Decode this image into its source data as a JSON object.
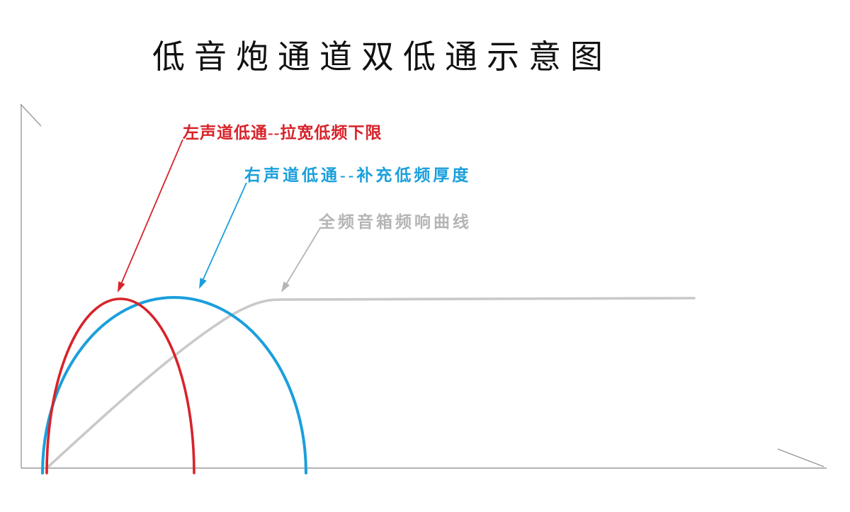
{
  "title": "低音炮通道双低通示意图",
  "labels": {
    "left_lowpass": "左声道低通--拉宽低频下限",
    "right_lowpass": "右声道低通--补充低频厚度",
    "fullrange": "全频音箱频响曲线"
  },
  "colors": {
    "left_lowpass": "#d8232a",
    "right_lowpass": "#1a9fdc",
    "fullrange_curve": "#c9c9c9",
    "fullrange_label": "#b5b5b5",
    "axis": "#9a9a9a"
  },
  "curves": [
    {
      "name": "left-channel-lowpass-curve",
      "label": "左声道低通--拉宽低频下限",
      "color": "#d8232a"
    },
    {
      "name": "right-channel-lowpass-curve",
      "label": "右声道低通--补充低频厚度",
      "color": "#1a9fdc"
    },
    {
      "name": "fullrange-response-curve",
      "label": "全频音箱频响曲线",
      "color": "#c9c9c9"
    }
  ]
}
